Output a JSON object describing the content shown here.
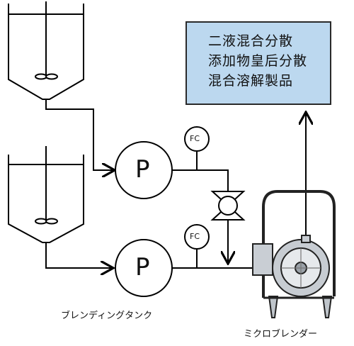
{
  "output": {
    "lines": [
      "二液混合分散",
      "添加物皇后分散",
      "混合溶解製品"
    ]
  },
  "pumps": {
    "upper_label": "P",
    "lower_label": "P"
  },
  "controllers": {
    "upper_label": "FC",
    "lower_label": "FC"
  },
  "captions": {
    "tank": "ブレンディングタンク",
    "blender": "ミクロブレンダー"
  }
}
